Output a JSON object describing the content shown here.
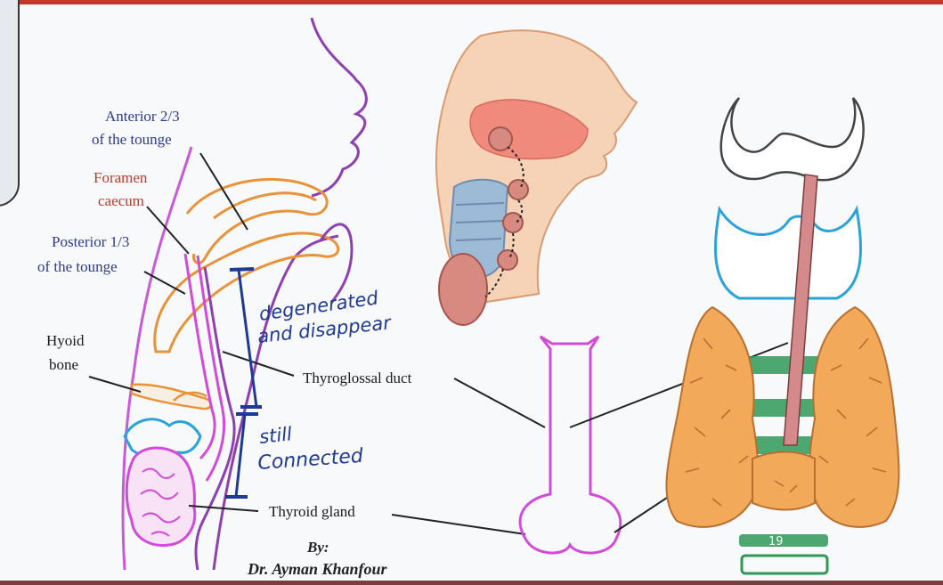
{
  "labels": {
    "anterior_line1": "Anterior 2/3",
    "anterior_line2": "of the tounge",
    "foramen_line1": "Foramen",
    "foramen_line2": "caecum",
    "posterior_line1": "Posterior 1/3",
    "posterior_line2": "of the tounge",
    "hyoid_line1": "Hyoid",
    "hyoid_line2": "bone",
    "thyroglossal_duct": "Thyroglossal duct",
    "thyroid_gland": "Thyroid gland"
  },
  "annotations": {
    "degenerated_line1": "degenerated",
    "degenerated_line2": "and disappear",
    "connected_line1": "still",
    "connected_line2": "Connected"
  },
  "credit": {
    "by": "By:",
    "author": "Dr. Ayman Khanfour"
  },
  "colors": {
    "duct_magenta": "#d24ad9",
    "tongue_orange": "#e8923a",
    "airway_purple": "#8e3fb0",
    "label_blue": "#2e3a8c",
    "label_red": "#c0392b",
    "annotation_ink": "#1f3a93",
    "gland_orange": "#f2a95a",
    "cartilage_blue": "#2aa3d6",
    "trachea_green": "#2e9a57"
  }
}
